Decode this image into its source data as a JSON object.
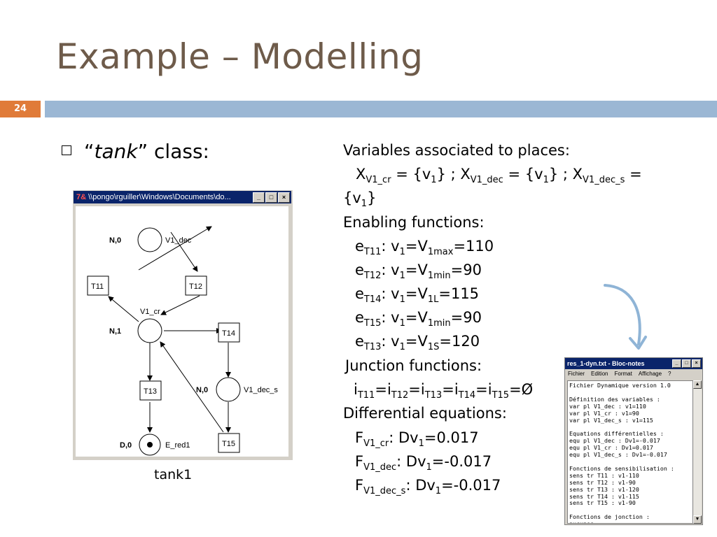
{
  "slide": {
    "title": "Example – Modelling",
    "number": "24",
    "bullet_quote_open": "“",
    "bullet_italic": "tank",
    "bullet_rest": "” class:",
    "caption": "tank1",
    "colors": {
      "title": "#6e5b4a",
      "accent": "#e07b39",
      "bar": "#9bb7d4",
      "window_title": "#0a246a"
    }
  },
  "petri_window": {
    "title": "\\\\pongo\\rguiller\\Windows\\Documents\\do...",
    "app_icon": "7&",
    "buttons": [
      "minimize-icon",
      "maximize-icon",
      "close-icon"
    ],
    "places": [
      {
        "name": "V1_dec",
        "marking": "N,0"
      },
      {
        "name": "V1_cr",
        "marking": "N,1"
      },
      {
        "name": "V1_dec_s",
        "marking": "N,0"
      },
      {
        "name": "E_red1",
        "marking": "D,0"
      }
    ],
    "transitions": [
      "T11",
      "T12",
      "T14",
      "T13",
      "T15"
    ]
  },
  "text": {
    "vars_heading": "Variables associated to places:",
    "vars_line": {
      "x": "X",
      "s1": "V1_cr",
      "eq": " = {v",
      "n1": "1",
      "close": "} ; X",
      "s2": "V1_dec",
      "s3": "V1_dec_s",
      "eq_end": " ="
    },
    "vars_line2": {
      "open": "{v",
      "sub": "1",
      "close": "}"
    },
    "enabling_heading": "Enabling functions:",
    "enabling": [
      {
        "t": "T11",
        "sub": "1max",
        "val": "=110"
      },
      {
        "t": "T12",
        "sub": "1min",
        "val": "=90"
      },
      {
        "t": "T14",
        "sub": "1L",
        "val": "=115"
      },
      {
        "t": "T15",
        "sub": "1min",
        "val": "=90"
      },
      {
        "t": "T13",
        "sub": "1S",
        "val": "=120"
      }
    ],
    "junction_heading": "Junction functions:",
    "junction": {
      "letter": "i",
      "subs": [
        "T11",
        "T12",
        "T13",
        "T14",
        "T15"
      ],
      "empty": "=Ø"
    },
    "diff_heading": "Differential equations:",
    "diff": [
      {
        "sub": "V1_cr",
        "val": "=0.017"
      },
      {
        "sub": "V1_dec",
        "val": "=-0.017"
      },
      {
        "sub": "V1_dec_s",
        "val": "=-0.017"
      }
    ]
  },
  "notepad": {
    "title": "res_1-dyn.txt - Bloc-notes",
    "menu": [
      "Fichier",
      "Edition",
      "Format",
      "Affichage",
      "?"
    ],
    "lines": [
      "Fichier Dynamique version 1.0",
      "",
      "Définition des variables :",
      "var pl V1_dec : v1=110",
      "var pl V1_cr : v1=90",
      "var pl V1_dec_s : v1=115",
      "",
      "Equations différentielles :",
      "equ pl V1_dec : Dv1=-0.017",
      "equ pl V1_cr : Dv1=0.017",
      "equ pl V1_dec_s : Dv1=-0.017",
      "",
      "Fonctions de sensibilisation :",
      "sens tr T11 : v1-110",
      "sens tr T12 : v1-90",
      "sens tr T13 : v1-120",
      "sens tr T14 : v1-115",
      "sens tr T15 : v1-90",
      "",
      "Fonctions de jonction :",
      "aucunes"
    ]
  }
}
